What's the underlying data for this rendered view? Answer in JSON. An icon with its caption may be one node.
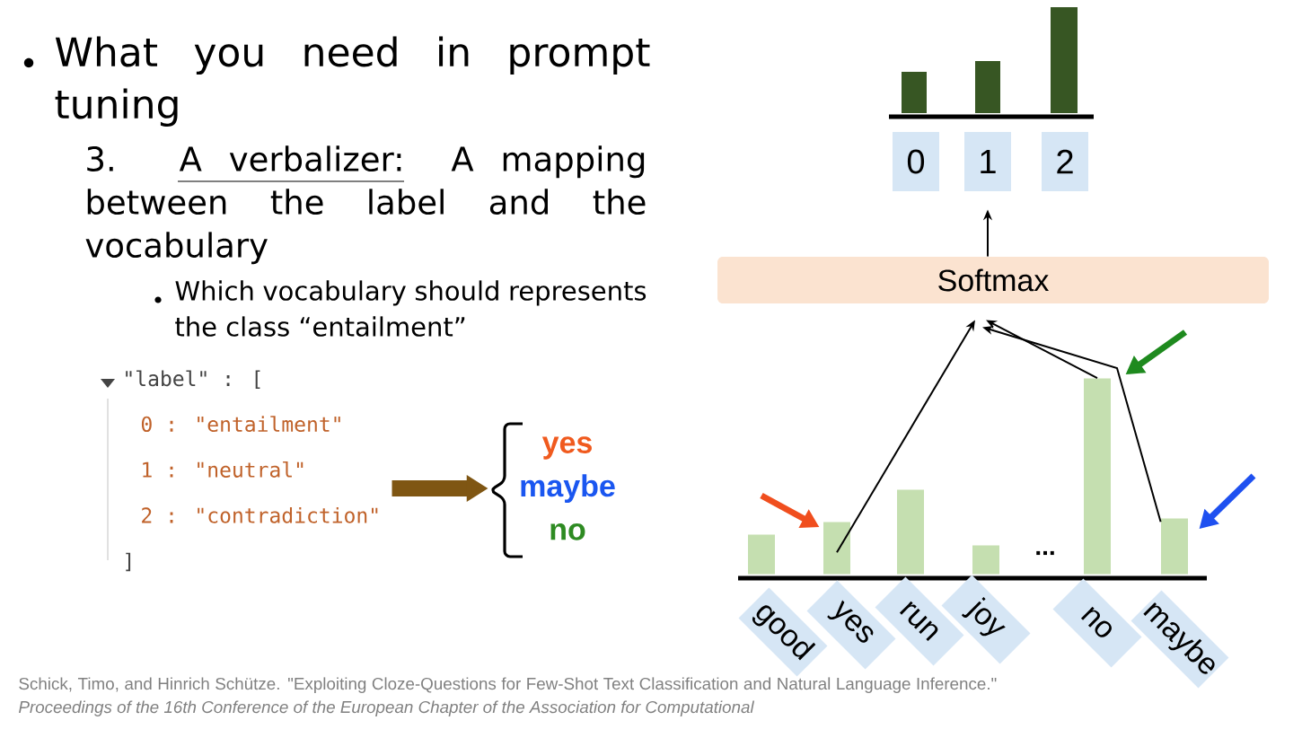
{
  "diagram": {
    "nodes": [
      {
        "text": [
          "\"label\" : [",
          "0 : \"entailment\"",
          "1 : \"neutral\"",
          "2 : \"contradiction\"",
          "]"
        ]
      },
      {
        "text": [
          "yes",
          "maybe",
          "no"
        ]
      },
      {
        "text": [
          "0"
        ]
      },
      {
        "text": [
          "1"
        ]
      },
      {
        "text": [
          "2"
        ]
      },
      {
        "text": [
          "Softmax"
        ]
      },
      {
        "text": [],
        "shape": "bar"
      },
      {
        "text": [],
        "shape": "bar"
      },
      {
        "text": [],
        "shape": "bar"
      },
      {
        "text": [],
        "shape": "bar"
      },
      {
        "text": [],
        "shape": "bar"
      },
      {
        "text": [],
        "shape": "bar"
      },
      {
        "text": [
          "good"
        ]
      },
      {
        "text": [
          "yes"
        ]
      },
      {
        "text": [
          "run"
        ]
      },
      {
        "text": [
          "joy"
        ]
      },
      {
        "text": [
          "no"
        ]
      },
      {
        "text": [
          "maybe"
        ]
      }
    ],
    "edges": [
      {
        "from": 0,
        "to": 1,
        "arrow": "to",
        "style": "thick",
        "color": "#7f5613"
      },
      {
        "from": 5,
        "to": 3,
        "arrow": "to"
      },
      {
        "from": 7,
        "to": 5,
        "arrow": "to"
      },
      {
        "from": 10,
        "to": 5,
        "arrow": "to"
      },
      {
        "from": 11,
        "to": 5,
        "arrow": "to"
      },
      {
        "from": null,
        "to": 7,
        "arrow": "to",
        "style": "thick",
        "color": "#f04e1e"
      },
      {
        "from": null,
        "to": 10,
        "arrow": "to",
        "style": "thick",
        "color": "#1e8a1e"
      },
      {
        "from": null,
        "to": 11,
        "arrow": "to",
        "style": "thick",
        "color": "#1e50f0"
      }
    ],
    "labels": [
      "What you need in prompt tuning",
      "3. A verbalizer: A mapping between the label and the vocabulary",
      "Which vocabulary should represents the class “entailment”",
      "...",
      "Schick, Timo, and Hinrich Schütze. \"Exploiting Cloze-Questions for Few-Shot Text Classification and Natural Language Inference.\" *Proceedings of the 16th Conference of the European Chapter of the Association for Computational*"
    ]
  }
}
